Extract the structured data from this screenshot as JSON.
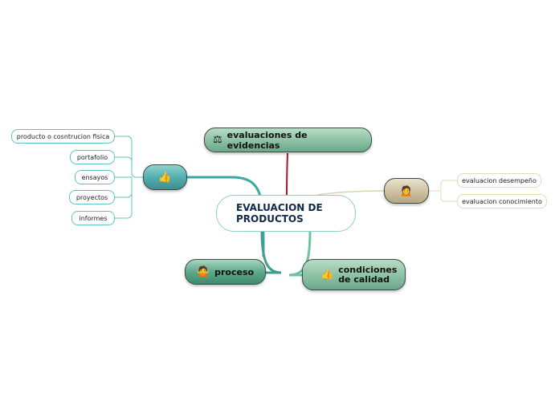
{
  "central": {
    "line1": "EVALUACION DE",
    "line2": "PRODUCTOS"
  },
  "topics": {
    "evidencias": {
      "label": "evaluaciones de evidencias",
      "icon": "gavel-icon",
      "glyph": "⚖"
    },
    "thumb_left": {
      "icon": "thumbs-up-icon",
      "glyph": "👍"
    },
    "person": {
      "icon": "person-icon",
      "glyph": "🙍"
    },
    "proceso": {
      "label": "proceso",
      "icon": "person-crossed-arms-icon",
      "glyph": "🙅"
    },
    "calidad": {
      "line1": "condiciones",
      "line2": "de calidad",
      "icon": "thumbs-up-icon",
      "glyph": "👍"
    }
  },
  "left_leaves": [
    "producto o cosntrucion fisica",
    "portafolio",
    "ensayos",
    "proyectos",
    "informes"
  ],
  "right_leaves": [
    "evaluacion desempeño",
    "evaluacion conocimiento"
  ],
  "colors": {
    "link_red": "#a01c2c",
    "link_teal": "#2fa79a",
    "link_tan": "#d9d2b0",
    "link_green": "#6cc3a0"
  }
}
